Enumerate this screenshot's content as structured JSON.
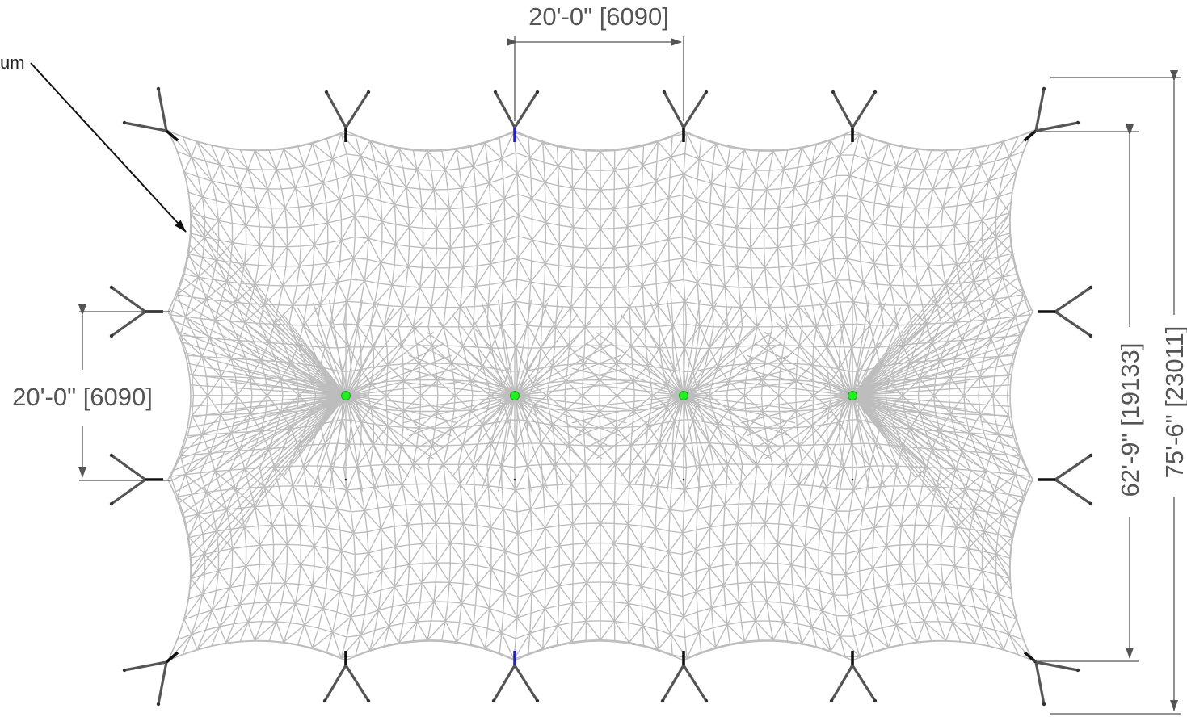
{
  "leader_label": "um",
  "dimensions": {
    "bay_width": "20'-0\" [6090]",
    "bay_height": "20'-0\" [6090]",
    "membrane_span": "62'-9\" [19133]",
    "overall_span": "75'-6\" [23011]"
  },
  "colors": {
    "mesh": "#bdbdbd",
    "dimension": "#555555",
    "mast": "#555555",
    "plate": "#111111",
    "accent_plate": "#2222cc",
    "high_point": "#22ee22"
  }
}
